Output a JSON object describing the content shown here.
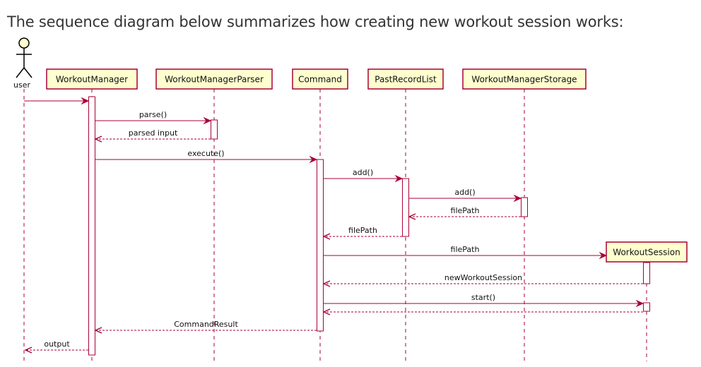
{
  "intro_text": "The sequence diagram below summarizes how creating new workout session works:",
  "colors": {
    "line": "#a80036",
    "box_fill": "#fefece",
    "box_stroke": "#a80036",
    "actor_fill": "#fefece",
    "text": "#111111"
  },
  "actor": {
    "label": "user"
  },
  "participants": [
    {
      "id": "workoutmanager",
      "label": "WorkoutManager"
    },
    {
      "id": "workoutmanagerparser",
      "label": "WorkoutManagerParser"
    },
    {
      "id": "command",
      "label": "Command"
    },
    {
      "id": "pastrecordlist",
      "label": "PastRecordList"
    },
    {
      "id": "workoutmanagerstorage",
      "label": "WorkoutManagerStorage"
    },
    {
      "id": "workoutsession",
      "label": "WorkoutSession",
      "created": true
    }
  ],
  "messages": [
    {
      "from": "user",
      "to": "workoutmanager",
      "label": "",
      "kind": "call"
    },
    {
      "from": "workoutmanager",
      "to": "workoutmanagerparser",
      "label": "parse()",
      "kind": "call"
    },
    {
      "from": "workoutmanagerparser",
      "to": "workoutmanager",
      "label": "parsed input",
      "kind": "return"
    },
    {
      "from": "workoutmanager",
      "to": "command",
      "label": "execute()",
      "kind": "call"
    },
    {
      "from": "command",
      "to": "pastrecordlist",
      "label": "add()",
      "kind": "call"
    },
    {
      "from": "pastrecordlist",
      "to": "workoutmanagerstorage",
      "label": "add()",
      "kind": "call"
    },
    {
      "from": "workoutmanagerstorage",
      "to": "pastrecordlist",
      "label": "filePath",
      "kind": "return"
    },
    {
      "from": "pastrecordlist",
      "to": "command",
      "label": "filePath",
      "kind": "return"
    },
    {
      "from": "command",
      "to": "workoutsession",
      "label": "filePath",
      "kind": "create"
    },
    {
      "from": "workoutsession",
      "to": "command",
      "label": "newWorkoutSession",
      "kind": "return"
    },
    {
      "from": "command",
      "to": "workoutsession",
      "label": "start()",
      "kind": "call"
    },
    {
      "from": "workoutsession",
      "to": "command",
      "label": "",
      "kind": "return"
    },
    {
      "from": "command",
      "to": "workoutmanager",
      "label": "CommandResult",
      "kind": "return"
    },
    {
      "from": "workoutmanager",
      "to": "user",
      "label": "output",
      "kind": "return"
    }
  ]
}
